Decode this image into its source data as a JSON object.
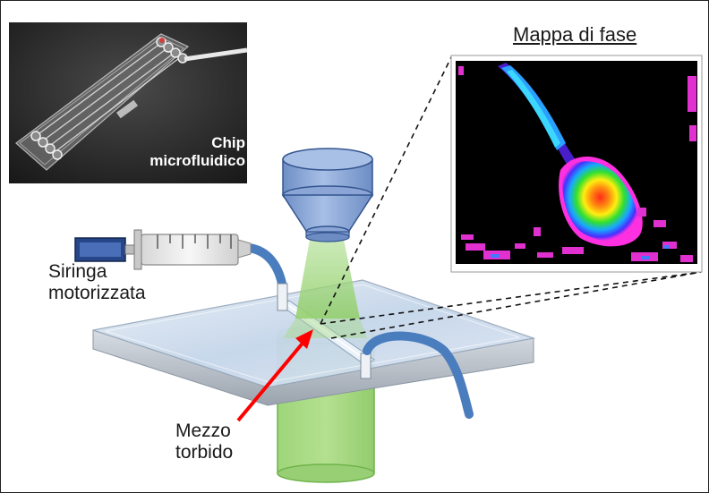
{
  "labels": {
    "chip": [
      "Chip",
      "microfluidico"
    ],
    "syringe": [
      "Siringa",
      "motorizzata"
    ],
    "medium": [
      "Mezzo",
      "torbido"
    ],
    "phase_map_title": "Mappa di fase"
  },
  "colors": {
    "tube": "#4a7dbd",
    "light_beam": "#8fd16a",
    "objective": "#8caadc",
    "chip_glass": "#c8d8ec",
    "arrow": "#ff0000",
    "phase_map_background": "#000000"
  },
  "icons": [
    "syringe-icon",
    "microscope-objective-icon",
    "cuvette-icon",
    "microfluidic-chip-photo",
    "phase-map-image"
  ]
}
